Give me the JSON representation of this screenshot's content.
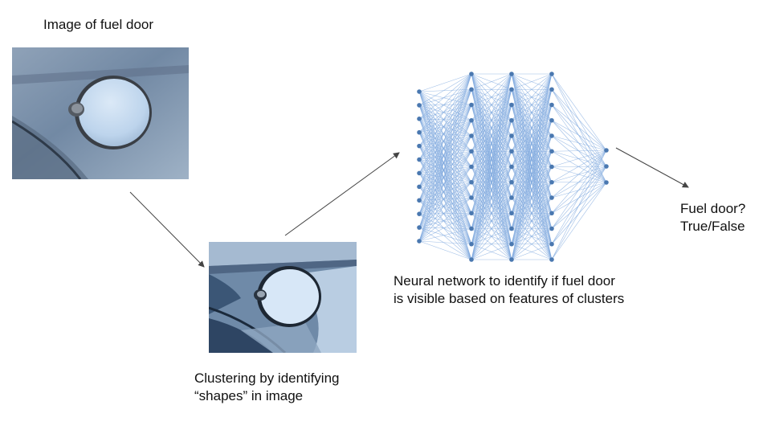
{
  "steps": {
    "input_caption": "Image of fuel door",
    "cluster_caption_line1": "Clustering by identifying",
    "cluster_caption_line2": "“shapes” in image",
    "network_caption_line1": "Neural network to identify if fuel door",
    "network_caption_line2": "is visible based on features of clusters",
    "output_line1": "Fuel door?",
    "output_line2": "True/False"
  },
  "network": {
    "layers": [
      12,
      13,
      13,
      13,
      3
    ],
    "node_color": "#4a78b0",
    "edge_color": "#7ea8de"
  },
  "colors": {
    "arrow": "#444444",
    "car_body": "#7d90a8",
    "fuel_door": "#c9ddf0"
  }
}
